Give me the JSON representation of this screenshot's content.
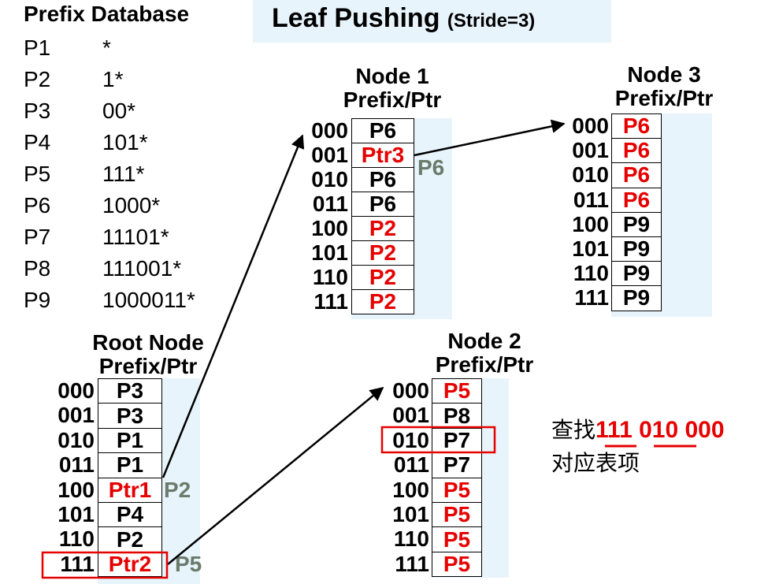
{
  "title": {
    "main": "Leaf Pushing",
    "sub": "(Stride=3)"
  },
  "prefix_db": {
    "title": "Prefix Database",
    "rows": [
      {
        "name": "P1",
        "value": "*"
      },
      {
        "name": "P2",
        "value": "1*"
      },
      {
        "name": "P3",
        "value": "00*"
      },
      {
        "name": "P4",
        "value": "101*"
      },
      {
        "name": "P5",
        "value": "111*"
      },
      {
        "name": "P6",
        "value": "1000*"
      },
      {
        "name": "P7",
        "value": "11101*"
      },
      {
        "name": "P8",
        "value": "111001*"
      },
      {
        "name": "P9",
        "value": "1000011*"
      }
    ]
  },
  "nodes": [
    {
      "id": "root",
      "title": "Root Node",
      "subtitle": "Prefix/Ptr",
      "entries": [
        {
          "bits": "000",
          "value": "P3",
          "color": "black"
        },
        {
          "bits": "001",
          "value": "P3",
          "color": "black"
        },
        {
          "bits": "010",
          "value": "P1",
          "color": "black"
        },
        {
          "bits": "011",
          "value": "P1",
          "color": "black"
        },
        {
          "bits": "100",
          "value": "Ptr1",
          "color": "red"
        },
        {
          "bits": "101",
          "value": "P4",
          "color": "black"
        },
        {
          "bits": "110",
          "value": "P2",
          "color": "black"
        },
        {
          "bits": "111",
          "value": "Ptr2",
          "color": "red"
        }
      ],
      "side_labels": [
        {
          "row": 4,
          "text": "P2"
        },
        {
          "row": 7,
          "text": "P5"
        }
      ]
    },
    {
      "id": "node1",
      "title": "Node 1",
      "subtitle": "Prefix/Ptr",
      "entries": [
        {
          "bits": "000",
          "value": "P6",
          "color": "black"
        },
        {
          "bits": "001",
          "value": "Ptr3",
          "color": "red"
        },
        {
          "bits": "010",
          "value": "P6",
          "color": "black"
        },
        {
          "bits": "011",
          "value": "P6",
          "color": "black"
        },
        {
          "bits": "100",
          "value": "P2",
          "color": "red"
        },
        {
          "bits": "101",
          "value": "P2",
          "color": "red"
        },
        {
          "bits": "110",
          "value": "P2",
          "color": "red"
        },
        {
          "bits": "111",
          "value": "P2",
          "color": "red"
        }
      ],
      "side_labels": [
        {
          "row": 1,
          "text": "P6"
        }
      ]
    },
    {
      "id": "node2",
      "title": "Node 2",
      "subtitle": "Prefix/Ptr",
      "entries": [
        {
          "bits": "000",
          "value": "P5",
          "color": "red"
        },
        {
          "bits": "001",
          "value": "P8",
          "color": "black"
        },
        {
          "bits": "010",
          "value": "P7",
          "color": "black"
        },
        {
          "bits": "011",
          "value": "P7",
          "color": "black"
        },
        {
          "bits": "100",
          "value": "P5",
          "color": "red"
        },
        {
          "bits": "101",
          "value": "P5",
          "color": "red"
        },
        {
          "bits": "110",
          "value": "P5",
          "color": "red"
        },
        {
          "bits": "111",
          "value": "P5",
          "color": "red"
        }
      ],
      "side_labels": []
    },
    {
      "id": "node3",
      "title": "Node 3",
      "subtitle": "Prefix/Ptr",
      "entries": [
        {
          "bits": "000",
          "value": "P6",
          "color": "red"
        },
        {
          "bits": "001",
          "value": "P6",
          "color": "red"
        },
        {
          "bits": "010",
          "value": "P6",
          "color": "red"
        },
        {
          "bits": "011",
          "value": "P6",
          "color": "red"
        },
        {
          "bits": "100",
          "value": "P9",
          "color": "black"
        },
        {
          "bits": "101",
          "value": "P9",
          "color": "black"
        },
        {
          "bits": "110",
          "value": "P9",
          "color": "black"
        },
        {
          "bits": "111",
          "value": "P9",
          "color": "black"
        }
      ],
      "side_labels": []
    }
  ],
  "note": {
    "prefix": "查找",
    "code": "111 010 000",
    "line2": "对应表项"
  },
  "colors": {
    "red": "#e60000",
    "shade": "#e8f4fc",
    "gray_label": "#6b7b6b"
  }
}
